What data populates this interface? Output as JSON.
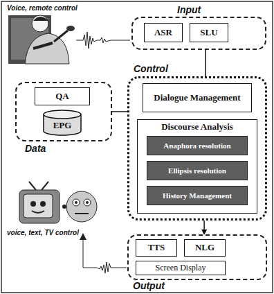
{
  "diagram": {
    "nodes": [
      {
        "text": [
          "Input"
        ]
      },
      {
        "text": [
          "ASR"
        ],
        "in": 0
      },
      {
        "text": [
          "SLU"
        ],
        "in": 0
      },
      {
        "text": [
          "Data"
        ]
      },
      {
        "text": [
          "QA"
        ],
        "in": 3
      },
      {
        "text": [
          "EPG"
        ],
        "in": 3
      },
      {
        "text": [
          "Control"
        ]
      },
      {
        "text": [
          "Dialogue Management"
        ],
        "in": 6
      },
      {
        "text": [
          "Discourse Analysis"
        ],
        "in": 6
      },
      {
        "text": [
          "Anaphora resolution"
        ],
        "in": 8
      },
      {
        "text": [
          "Ellipsis resolution"
        ],
        "in": 8
      },
      {
        "text": [
          "History Management"
        ],
        "in": 8
      },
      {
        "text": [
          "Output"
        ]
      },
      {
        "text": [
          "TTS"
        ],
        "in": 12
      },
      {
        "text": [
          "NLG"
        ],
        "in": 12
      },
      {
        "text": [
          "Screen Display"
        ],
        "in": 12
      }
    ],
    "edges": [
      {
        "from": 0,
        "to": 6,
        "arrow": "none"
      },
      {
        "from": 3,
        "to": 6,
        "arrow": "none"
      },
      {
        "from": 6,
        "to": 12,
        "arrow": "to"
      }
    ],
    "labels": [
      "Voice, remote control",
      "voice, text, TV control"
    ]
  }
}
